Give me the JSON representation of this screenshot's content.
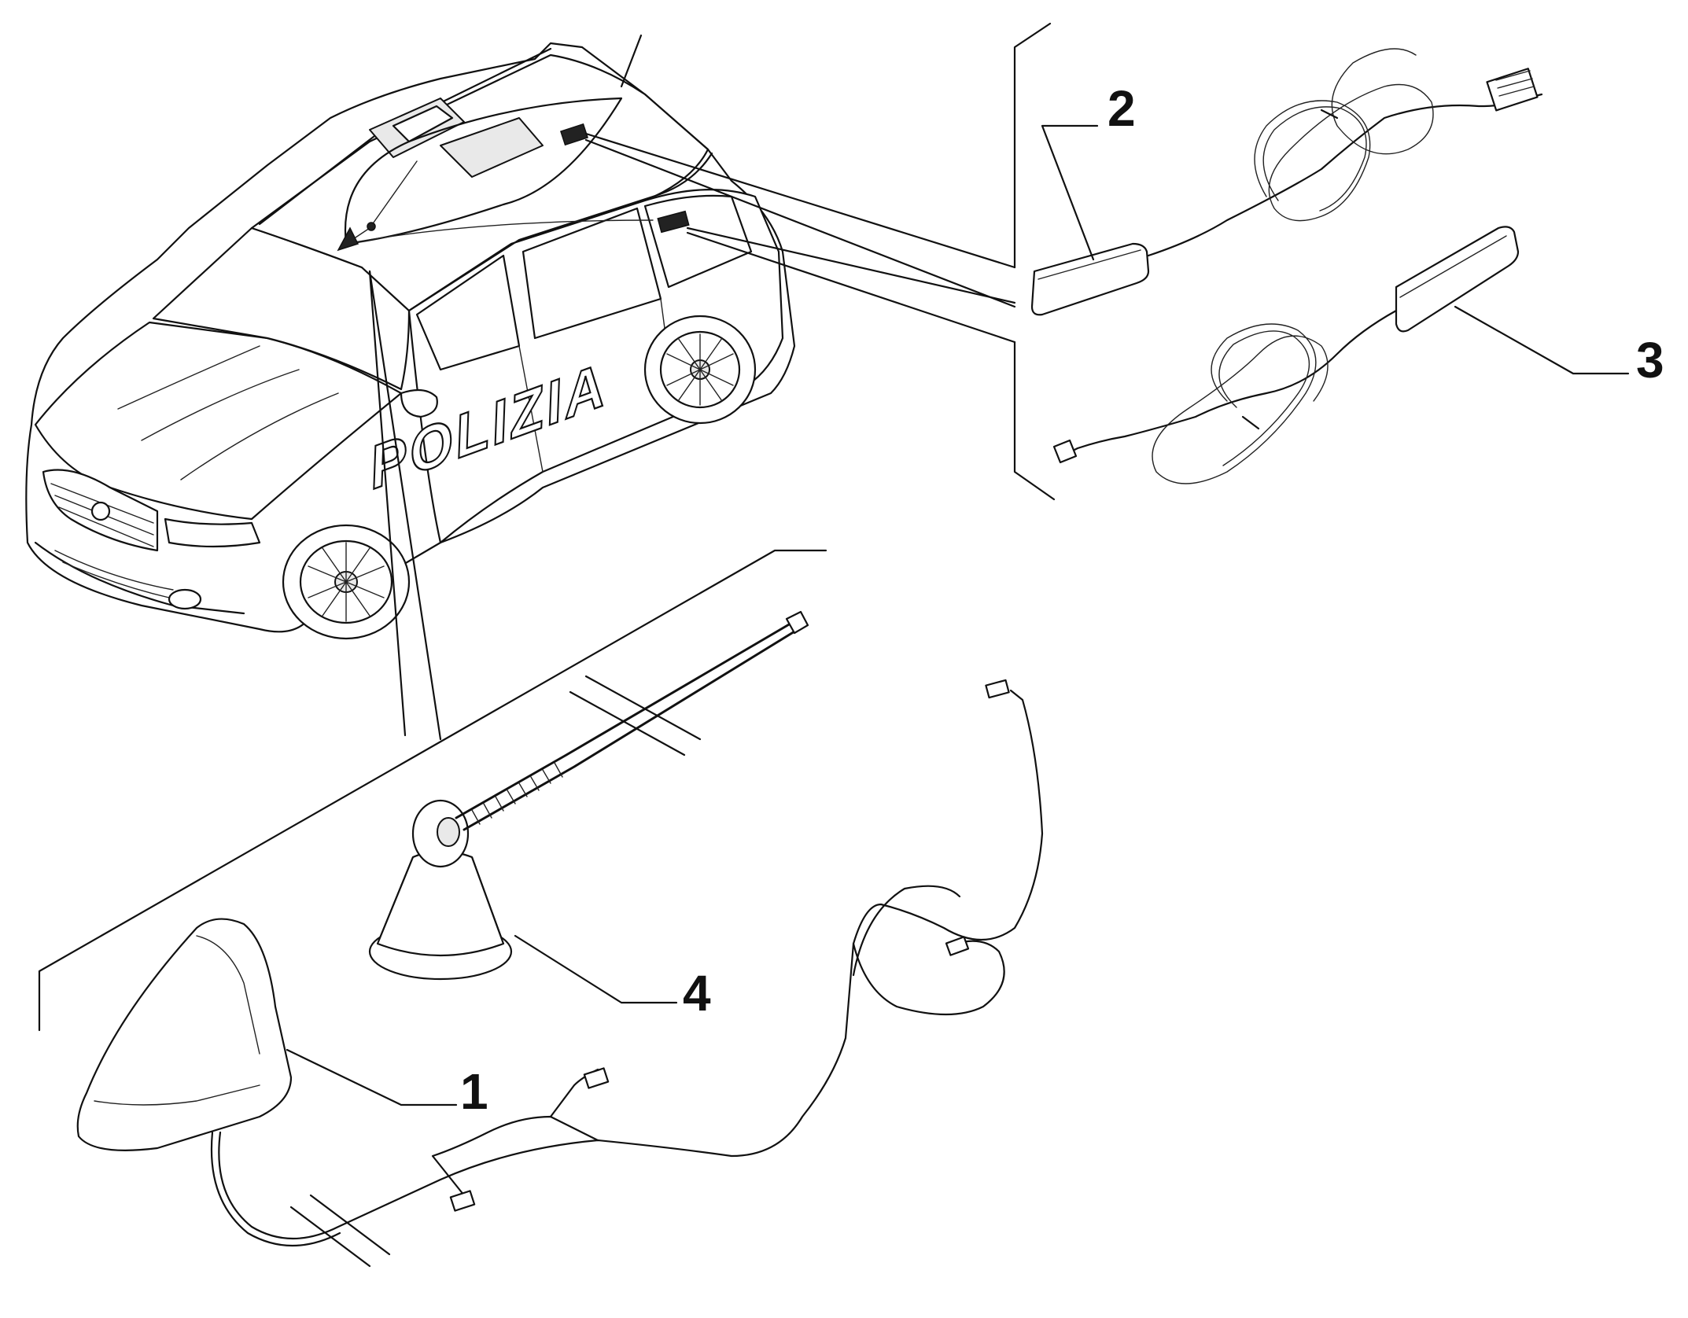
{
  "car": {
    "livery_text": "POLIZIA"
  },
  "callouts": [
    {
      "id": "1",
      "label": "1"
    },
    {
      "id": "2",
      "label": "2"
    },
    {
      "id": "3",
      "label": "3"
    },
    {
      "id": "4",
      "label": "4"
    }
  ]
}
